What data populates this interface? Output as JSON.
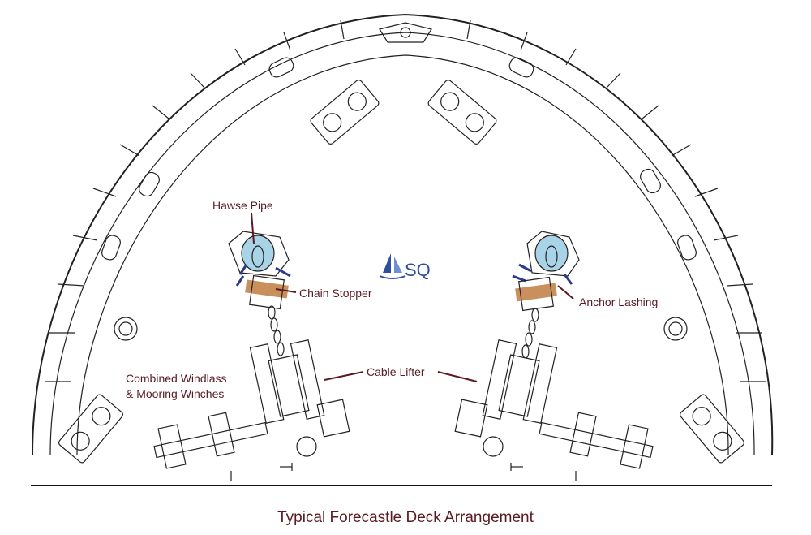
{
  "title": "Typical Forecastle Deck Arrangement",
  "logo": {
    "text": "SQ",
    "icon": "sailboat-logo-icon"
  },
  "labels": {
    "hawse_pipe": "Hawse Pipe",
    "chain_stopper": "Chain Stopper",
    "anchor_lashing": "Anchor Lashing",
    "cable_lifter": "Cable Lifter",
    "windlass_line1": "Combined Windlass",
    "windlass_line2": "& Mooring Winches"
  },
  "colors": {
    "label_text": "#5a1a22",
    "leader_line": "#5a1a22",
    "hawse_pipe_fill": "#a9d3e6",
    "chain_stopper_fill": "#c9905e",
    "arrow_blue": "#2b3a8f",
    "logo_blue": "#2f4f9a",
    "drawing_line": "#222222"
  }
}
